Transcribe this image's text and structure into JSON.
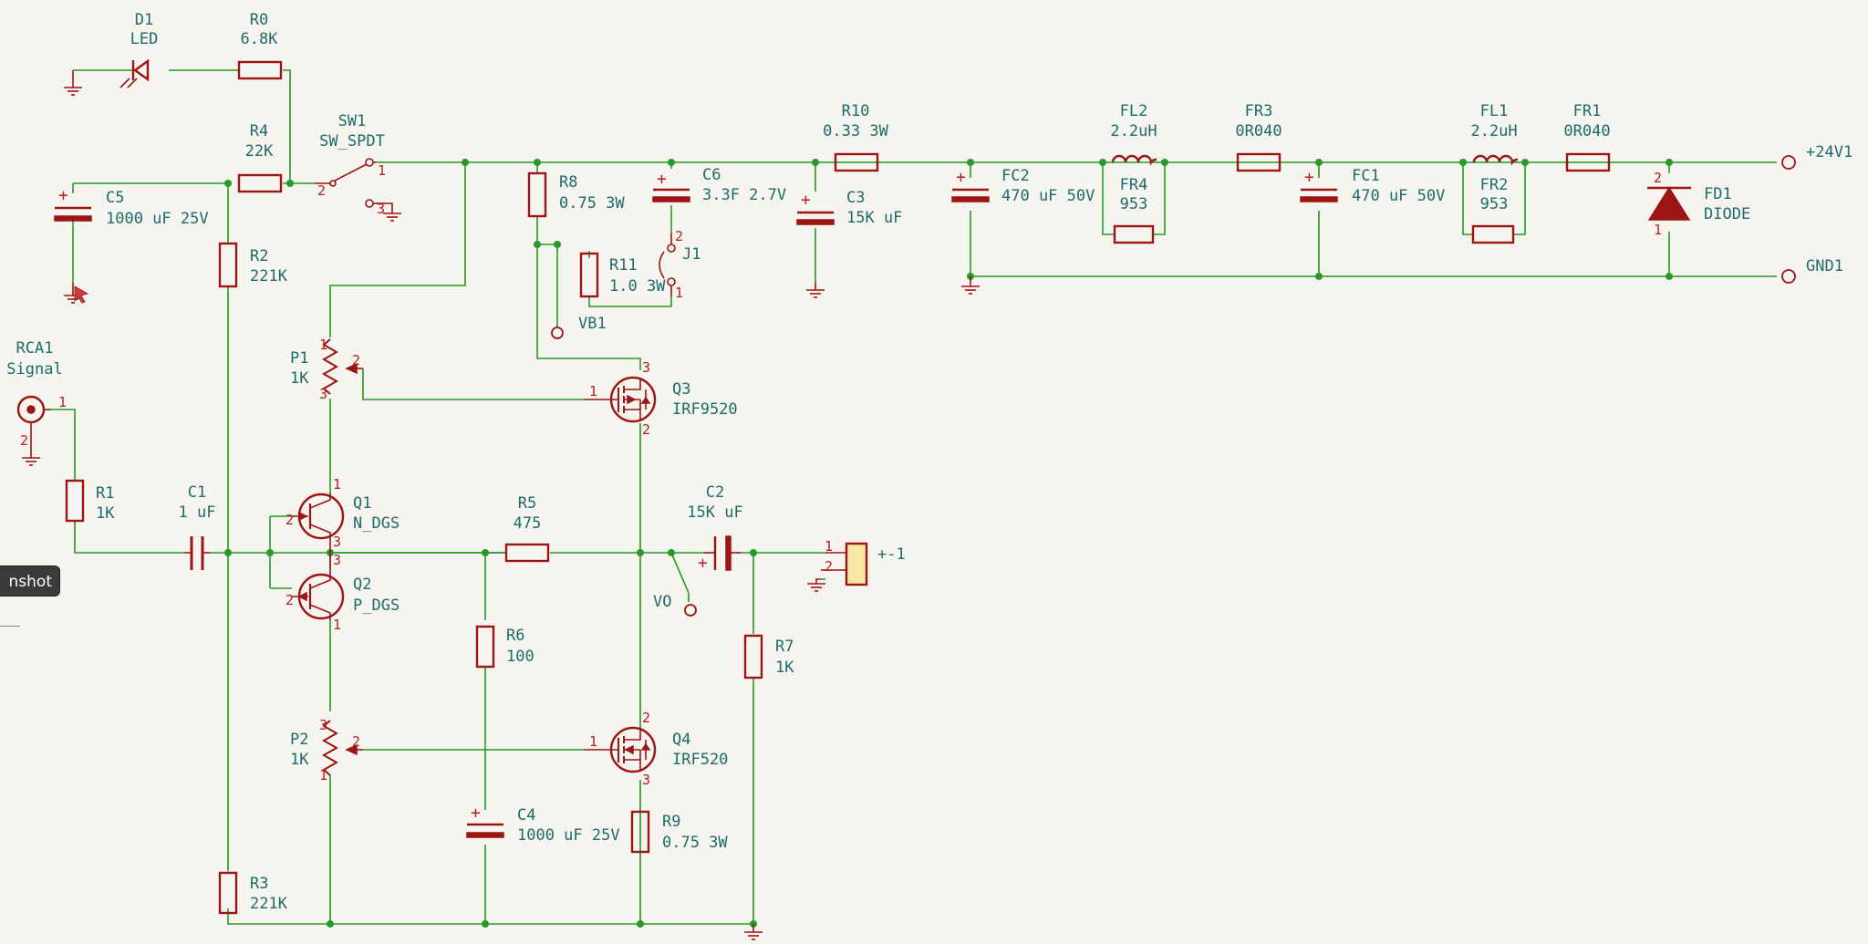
{
  "components": {
    "D1": {
      "ref": "D1",
      "value": "LED"
    },
    "R0": {
      "ref": "R0",
      "value": "6.8K"
    },
    "R4": {
      "ref": "R4",
      "value": "22K"
    },
    "SW1": {
      "ref": "SW1",
      "value": "SW_SPDT"
    },
    "C5": {
      "ref": "C5",
      "value": "1000 uF 25V"
    },
    "R2": {
      "ref": "R2",
      "value": "221K"
    },
    "R8": {
      "ref": "R8",
      "value": "0.75 3W"
    },
    "C6": {
      "ref": "C6",
      "value": "3.3F 2.7V"
    },
    "R10": {
      "ref": "R10",
      "value": "0.33 3W"
    },
    "C3": {
      "ref": "C3",
      "value": "15K uF"
    },
    "R11": {
      "ref": "R11",
      "value": "1.0 3W"
    },
    "J1": {
      "ref": "J1"
    },
    "VB1": {
      "ref": "VB1"
    },
    "FL2": {
      "ref": "FL2",
      "value": "2.2uH"
    },
    "FR3": {
      "ref": "FR3",
      "value": "0R040"
    },
    "FL1": {
      "ref": "FL1",
      "value": "2.2uH"
    },
    "FR1": {
      "ref": "FR1",
      "value": "0R040"
    },
    "FC2": {
      "ref": "FC2",
      "value": "470 uF 50V"
    },
    "FR4": {
      "ref": "FR4",
      "value": "953"
    },
    "FC1": {
      "ref": "FC1",
      "value": "470 uF 50V"
    },
    "FR2": {
      "ref": "FR2",
      "value": "953"
    },
    "FD1": {
      "ref": "FD1",
      "value": "DIODE"
    },
    "RCA1": {
      "ref": "RCA1",
      "value": "Signal"
    },
    "P1": {
      "ref": "P1",
      "value": "1K"
    },
    "Q3": {
      "ref": "Q3",
      "value": "IRF9520"
    },
    "R1": {
      "ref": "R1",
      "value": "1K"
    },
    "C1": {
      "ref": "C1",
      "value": "1 uF"
    },
    "Q1": {
      "ref": "Q1",
      "value": "N_DGS"
    },
    "R5": {
      "ref": "R5",
      "value": "475"
    },
    "C2": {
      "ref": "C2",
      "value": "15K uF"
    },
    "Q2": {
      "ref": "Q2",
      "value": "P_DGS"
    },
    "VO": {
      "ref": "VO"
    },
    "R6": {
      "ref": "R6",
      "value": "100"
    },
    "R7": {
      "ref": "R7",
      "value": "1K"
    },
    "P2": {
      "ref": "P2",
      "value": "1K"
    },
    "Q4": {
      "ref": "Q4",
      "value": "IRF520"
    },
    "C4": {
      "ref": "C4",
      "value": "1000 uF 25V"
    },
    "R9": {
      "ref": "R9",
      "value": "0.75 3W"
    },
    "R3": {
      "ref": "R3",
      "value": "221K"
    },
    "OUT": {
      "ref": "+-1"
    }
  },
  "nets": {
    "pos": "+24V1",
    "gnd": "GND1"
  },
  "toolbar": {
    "screenshot_label": "nshot"
  },
  "colors": {
    "background": "#f5f4ef",
    "wire": "#279a27",
    "symbol": "#9c1414",
    "text": "#1f6b6b",
    "pin_number": "#b42020"
  }
}
